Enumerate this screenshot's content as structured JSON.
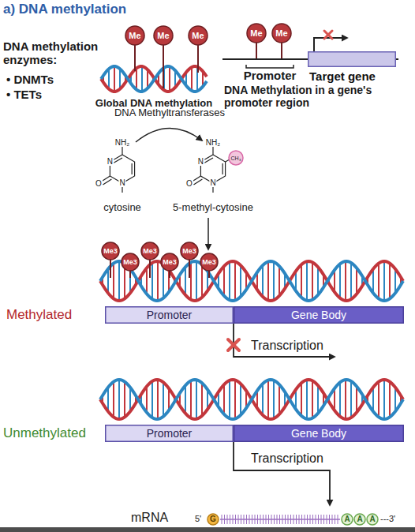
{
  "diagram": {
    "title": "a) DNA methylation",
    "nodes": [
      {
        "text": [
          "Me"
        ]
      },
      {
        "text": [
          "Me"
        ]
      },
      {
        "text": [
          "Me"
        ]
      },
      {
        "text": [
          "Me"
        ]
      },
      {
        "text": [
          "Me"
        ]
      },
      {
        "text": [
          "Target gene"
        ]
      },
      {
        "text": [
          "CH₃"
        ]
      },
      {
        "text": [
          "Me3"
        ]
      },
      {
        "text": [
          "Me3"
        ]
      },
      {
        "text": [
          "Me3"
        ]
      },
      {
        "text": [
          "Me3"
        ]
      },
      {
        "text": [
          "Me3"
        ]
      },
      {
        "text": [
          "Me3"
        ]
      },
      {
        "text": [
          "Promoter"
        ]
      },
      {
        "text": [
          "Gene Body"
        ]
      },
      {
        "text": [
          "Promoter"
        ]
      },
      {
        "text": [
          "Gene Body"
        ]
      },
      {
        "text": [
          "G"
        ]
      },
      {
        "text": [
          "A"
        ]
      },
      {
        "text": [
          "A"
        ]
      },
      {
        "text": [
          "A"
        ]
      }
    ],
    "labels": [
      "DNA methylation enzymes:",
      "• DNMTs",
      "• TETs",
      "Global DNA methylation",
      "Promoter",
      "DNA Methylation in a gene's promoter region",
      "DNA Methyltransferases",
      "NH₂",
      "N",
      "O",
      "N",
      "NH₂",
      "N",
      "O",
      "N",
      "cytosine",
      "5-methyl-cytosine",
      "Methylated",
      "Transcription",
      "Unmethylated",
      "Transcription",
      "mRNA",
      "5'",
      "---3'"
    ]
  }
}
